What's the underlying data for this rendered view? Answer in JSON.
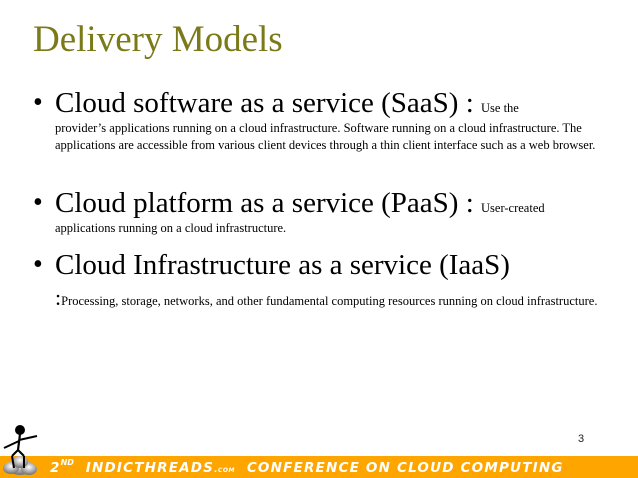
{
  "slide": {
    "title": "Delivery Models",
    "page_number": "3",
    "colors": {
      "title": "#7b7a19",
      "footer_bar": "#fea500",
      "footer_text": "#ffffff",
      "body_text": "#000000"
    },
    "bullets": [
      {
        "heading": "Cloud software as a service (SaaS) :",
        "inline_desc": "Use the",
        "description": "provider’s applications running on a cloud infrastructure. Software running on a cloud infrastructure. The applications are accessible from various client devices through a thin client interface such as a web browser."
      },
      {
        "heading": "Cloud platform as a service (PaaS) :",
        "inline_desc": "User-created",
        "description": "applications running on a cloud infrastructure."
      },
      {
        "heading": "Cloud Infrastructure as a service (IaaS)",
        "lead_colon": ":",
        "description": "Processing, storage, networks, and other fundamental computing resources running on cloud infrastructure."
      }
    ],
    "footer": {
      "ordinal_number": "2",
      "ordinal_suffix": "ND",
      "brand": "INDICTHREADS",
      "brand_suffix": ".com",
      "conference_text": "CONFERENCE ON CLOUD COMPUTING",
      "mascot_icon": "stick-figure-on-cloud-icon"
    }
  }
}
